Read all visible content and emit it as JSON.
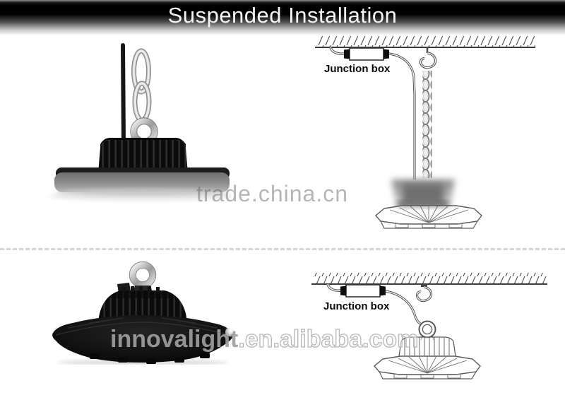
{
  "header": {
    "title": "Suspended Installation"
  },
  "top_section": {
    "watermark": "trade.china.cn",
    "diagram": {
      "junction_box_label": "Junction box"
    }
  },
  "bottom_section": {
    "watermark_brand": "innovalight",
    "watermark_suffix": ".en.alibaba.com",
    "diagram": {
      "junction_box_label": "Junction box"
    }
  },
  "colors": {
    "header_title": "#f5f5f5",
    "top_watermark_gray": "#b1b1b1",
    "bottom_watermark_gray": "#a8a8a8",
    "diagram_line": "#4f4f4f",
    "label_text": "#0a0a0a",
    "fixture_black": "#0d0d0d",
    "disc_gray": "#8d8d8d"
  }
}
